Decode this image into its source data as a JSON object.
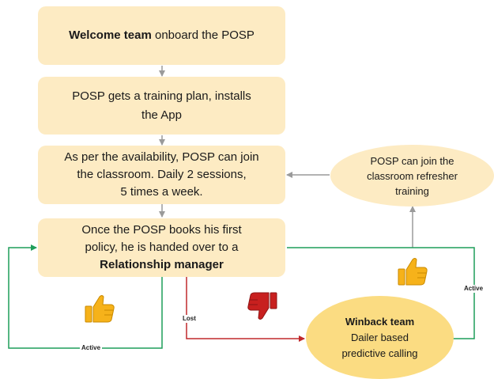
{
  "steps": {
    "welcome": {
      "bold": "Welcome team",
      "rest": " onboard the POSP"
    },
    "training": {
      "line1": "POSP gets a training plan, installs",
      "line2": "the App"
    },
    "classroom": {
      "line1": "As per the availability, POSP can join",
      "line2": "the classroom. Daily 2 sessions,",
      "line3": "5 times a week."
    },
    "handover": {
      "line1": "Once the POSP books his first",
      "line2": "policy, he is handed over to a",
      "line3": "Relationship manager"
    },
    "refresher": {
      "line1": "POSP can join the",
      "line2": "classroom refresher",
      "line3": "training"
    },
    "winback": {
      "title": "Winback team",
      "line1": "Dailer based",
      "line2": "predictive calling"
    }
  },
  "labels": {
    "active_left": "Active",
    "lost": "Lost",
    "active_right": "Active"
  },
  "icons": [
    "thumbs-up-icon",
    "thumbs-down-icon",
    "thumbs-up-icon"
  ],
  "colors": {
    "box_fill": "#fdebc3",
    "winback_fill": "#fbdc82",
    "green_line": "#1f9e5a",
    "red_line": "#c0282b",
    "gray_arrow": "#9a9a9a",
    "thumb_up": "#f6b21a",
    "thumb_down": "#c8201f"
  }
}
